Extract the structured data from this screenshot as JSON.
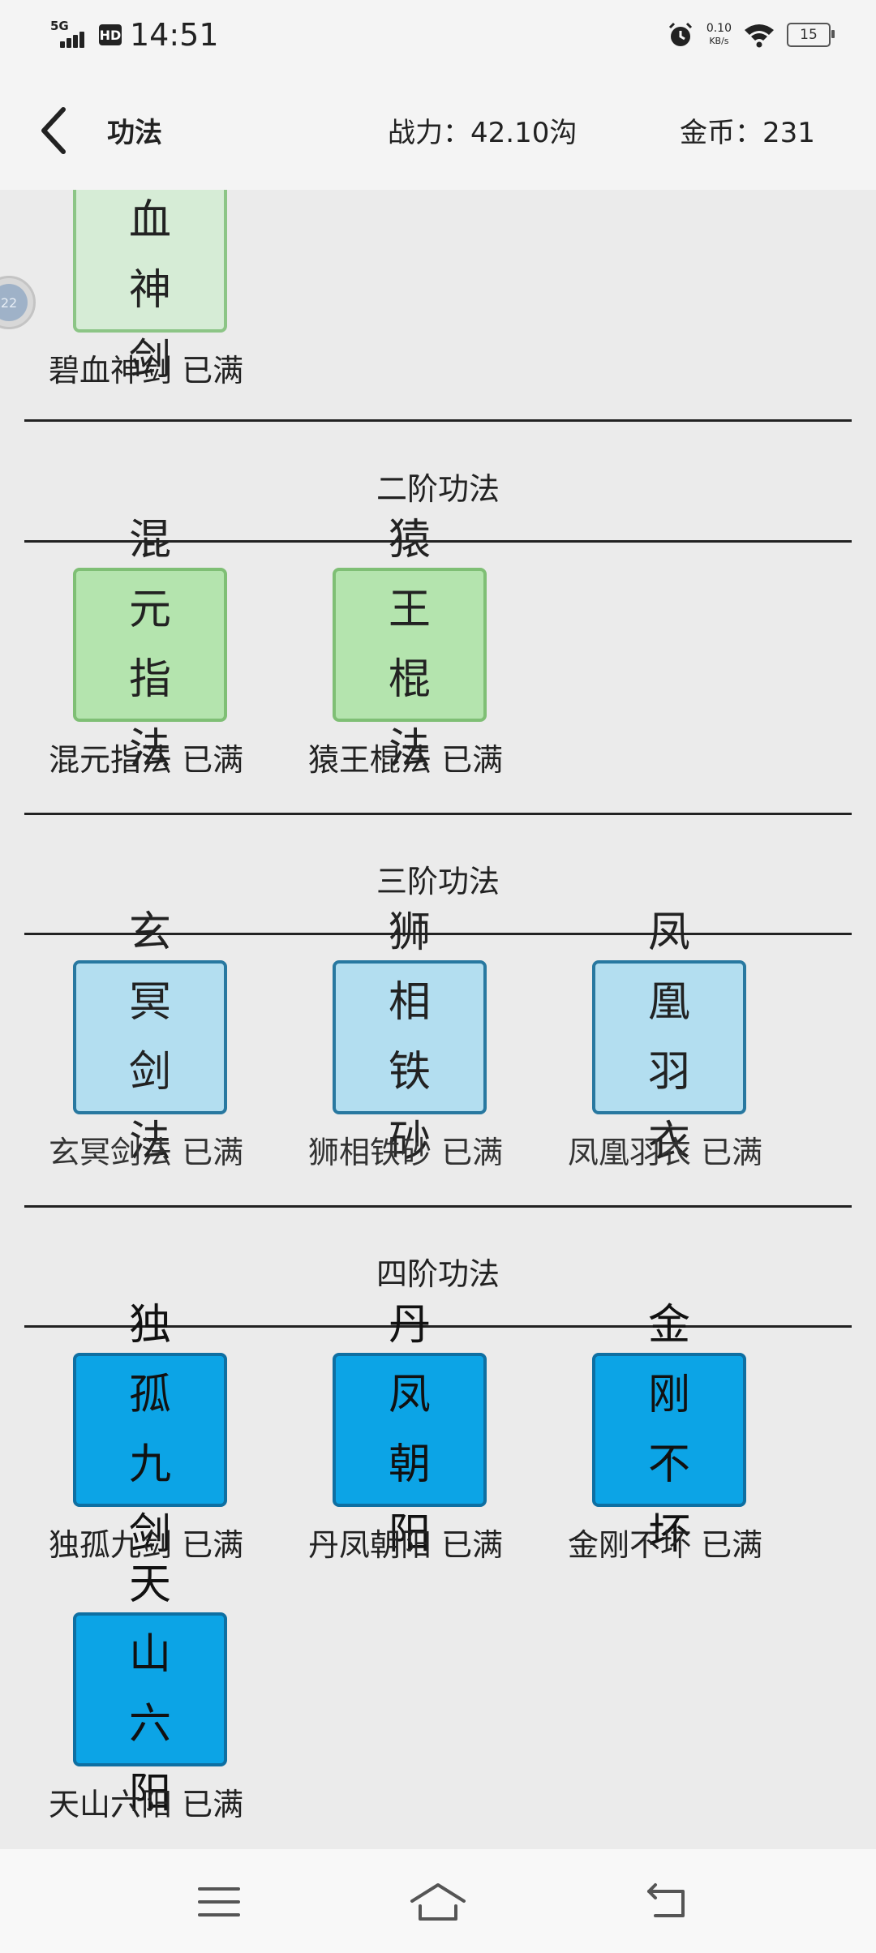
{
  "status_bar": {
    "network": "5G",
    "hd": "HD",
    "time": "14:51",
    "speed_value": "0.10",
    "speed_unit": "KB/s",
    "battery": "15"
  },
  "header": {
    "title": "功法",
    "power": "战力：42.10沟",
    "gold": "金币：231"
  },
  "sections": [
    {
      "title": "",
      "skills": [
        {
          "row1": "碧 血",
          "row2": "神 剑",
          "label": "碧血神剑 已满"
        }
      ]
    },
    {
      "title": "二阶功法",
      "skills": [
        {
          "row1": "混 元",
          "row2": "指 法",
          "label": "混元指法 已满"
        },
        {
          "row1": "猿 王",
          "row2": "棍 法",
          "label": "猿王棍法 已满"
        }
      ]
    },
    {
      "title": "三阶功法",
      "skills": [
        {
          "row1": "玄 冥",
          "row2": "剑 法",
          "label": "玄冥剑法 已满"
        },
        {
          "row1": "狮 相",
          "row2": "铁 砂",
          "label": "狮相铁砂 已满"
        },
        {
          "row1": "凤 凰",
          "row2": "羽 衣",
          "label": "凤凰羽衣 已满"
        }
      ]
    },
    {
      "title": "四阶功法",
      "skills": [
        {
          "row1": "独 孤",
          "row2": "九 剑",
          "label": "独孤九剑 已满"
        },
        {
          "row1": "丹 凤",
          "row2": "朝 阳",
          "label": "丹凤朝阳 已满"
        },
        {
          "row1": "金 刚",
          "row2": "不 坏",
          "label": "金刚不坏 已满"
        },
        {
          "row1": "天 山",
          "row2": "六 阳",
          "label": "天山六阳 已满"
        }
      ]
    }
  ],
  "floating_ball": {
    "text": "22"
  },
  "colors": {
    "tier1_bg": "#d6ecd6",
    "tier2_bg": "#b4e4ae",
    "tier3_bg": "#b3def0",
    "tier4_bg": "#0ca4e6"
  },
  "nav": {
    "menu_icon": "menu-icon",
    "home_icon": "home-icon",
    "back_icon": "back-icon"
  }
}
